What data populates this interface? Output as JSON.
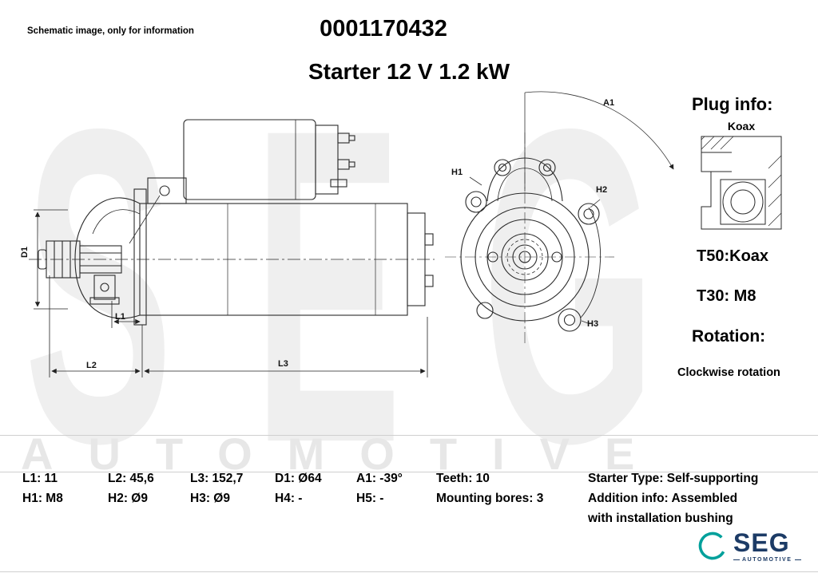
{
  "header": {
    "disclaimer": "Schematic image, only for information",
    "part_number": "0001170432",
    "title": "Starter 12 V 1.2 kW"
  },
  "drawing": {
    "labels": {
      "d1": "D1",
      "l1": "L1",
      "l2": "L2",
      "l3": "L3",
      "h1": "H1",
      "h2": "H2",
      "h3": "H3",
      "a1": "A1"
    }
  },
  "plug_panel": {
    "heading": "Plug info:",
    "plug_label": "Koax",
    "t50": "T50:Koax",
    "t30": "T30: M8",
    "rotation_heading": "Rotation:",
    "rotation_value": "Clockwise rotation"
  },
  "specs": {
    "l1": "L1: 11",
    "l2": "L2: 45,6",
    "l3": "L3: 152,7",
    "d1": "D1: Ø64",
    "a1": "A1: -39°",
    "teeth": "Teeth: 10",
    "starter_type": "Starter Type:  Self-supporting",
    "h1": "H1: M8",
    "h2": "H2: Ø9",
    "h3": "H3: Ø9",
    "h4": "H4: -",
    "h5": "H5: -",
    "mounting_bores": "Mounting bores: 3",
    "addition_info": "Addition info: Assembled",
    "addition_info_cont": "with installation bushing"
  },
  "watermark": {
    "large": "SEG",
    "band": "AUTOMOTIVE"
  },
  "logo": {
    "brand": "SEG",
    "subtitle": "AUTOMOTIVE"
  },
  "colors": {
    "accent_teal": "#00A09B",
    "logo_navy": "#1C3B66",
    "watermark_gray": "#EFEFEF",
    "rule_gray": "#CFCFCF"
  }
}
